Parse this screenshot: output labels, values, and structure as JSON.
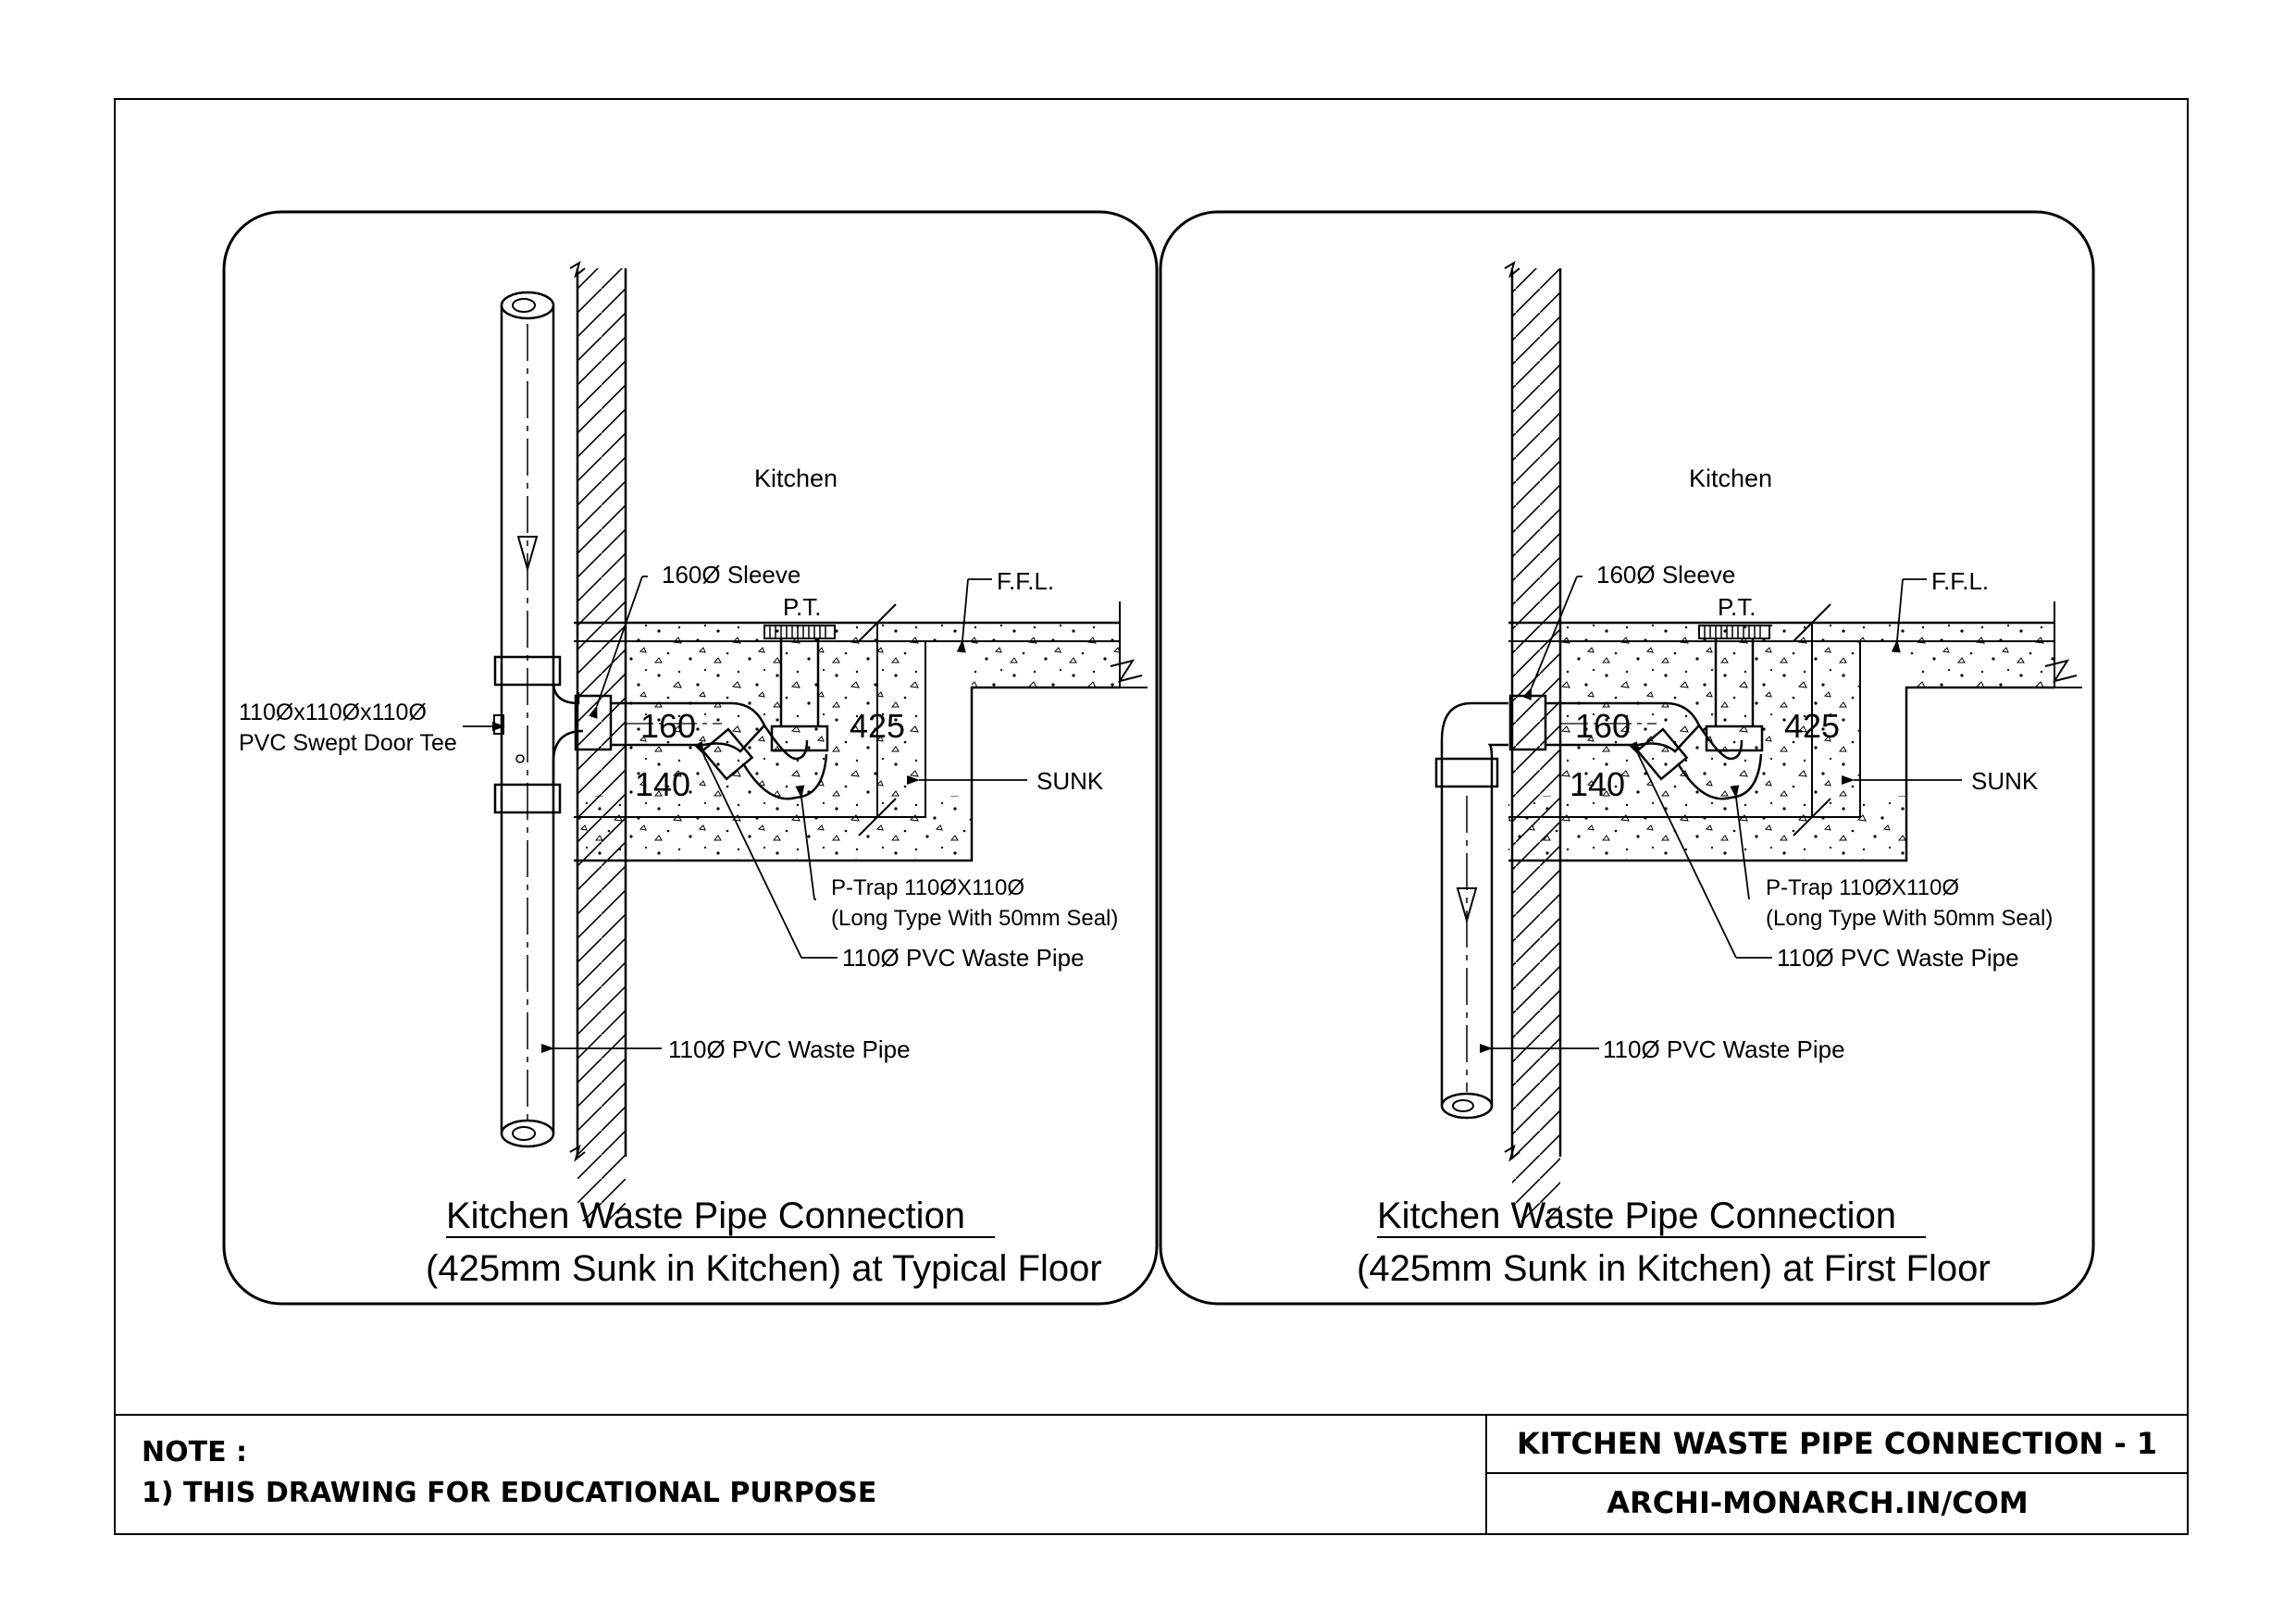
{
  "panels": [
    {
      "room_label": "Kitchen",
      "sleeve_label": "160Ø Sleeve",
      "pt_label": "P.T.",
      "ffl_label": "F.F.L.",
      "dim_160": "160",
      "dim_140": "140",
      "dim_425": "425",
      "sunk_label": "SUNK",
      "ptrap_line1": "P-Trap 110ØX110Ø",
      "ptrap_line2": "(Long Type With 50mm Seal)",
      "waste_pipe_label": "110Ø PVC Waste Pipe",
      "stack_pipe_label": "110Ø PVC Waste Pipe",
      "tee_line1": "110Øx110Øx110Ø",
      "tee_line2": "PVC Swept Door Tee",
      "title_line1": "Kitchen Waste Pipe Connection",
      "title_line2": "(425mm Sunk in Kitchen) at Typical Floor"
    },
    {
      "room_label": "Kitchen",
      "sleeve_label": "160Ø Sleeve",
      "pt_label": "P.T.",
      "ffl_label": "F.F.L.",
      "dim_160": "160",
      "dim_140": "140",
      "dim_425": "425",
      "sunk_label": "SUNK",
      "ptrap_line1": "P-Trap 110ØX110Ø",
      "ptrap_line2": "(Long Type With 50mm Seal)",
      "waste_pipe_label": "110Ø PVC Waste Pipe",
      "stack_pipe_label": "110Ø PVC Waste Pipe",
      "title_line1": "Kitchen Waste Pipe Connection",
      "title_line2": "(425mm Sunk in Kitchen) at First Floor"
    }
  ],
  "title_block": {
    "note_heading": "NOTE :",
    "note_line1": "1) THIS DRAWING FOR EDUCATIONAL PURPOSE",
    "drawing_title": "KITCHEN WASTE PIPE CONNECTION - 1",
    "website": "ARCHI-MONARCH.IN/COM"
  }
}
